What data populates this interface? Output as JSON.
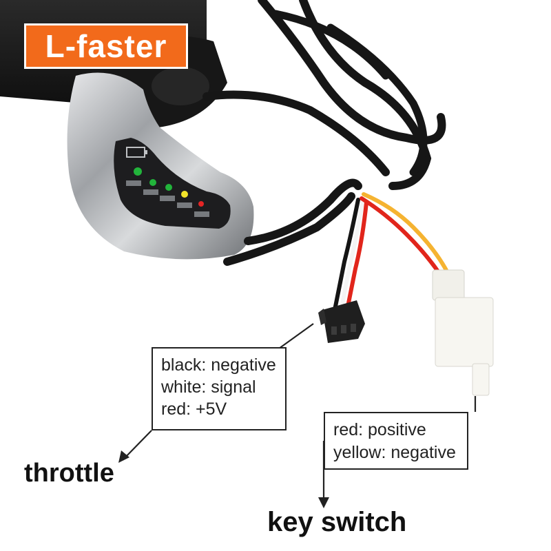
{
  "brand": {
    "text": "L-faster",
    "color": "#F26A1B"
  },
  "throttle": {
    "lines": [
      "black: negative",
      "white: signal",
      "red: +5V"
    ],
    "caption": "throttle"
  },
  "key_switch": {
    "lines": [
      "red: positive",
      "yellow: negative"
    ],
    "caption": "key switch"
  },
  "colors": {
    "housing_black": "#1B1B1B",
    "housing_silver": "#B9BBBE",
    "led_green": "#22B43B",
    "led_yellow": "#F2E32A",
    "led_red": "#E52525",
    "wire_red": "#E1251B",
    "wire_yellow": "#F5B331",
    "connector_white": "#F7F6F1",
    "line_color": "#222222"
  }
}
